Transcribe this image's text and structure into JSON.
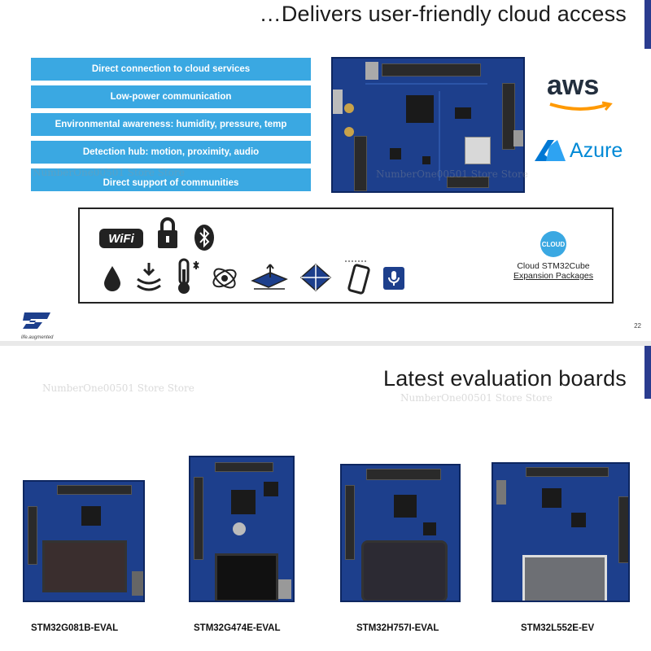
{
  "slide_top": {
    "title": "…Delivers user-friendly cloud access",
    "features": [
      "Direct connection to cloud services",
      "Low-power communication",
      "Environmental awareness: humidity, pressure, temp",
      "Detection hub: motion, proximity, audio",
      "Direct support of communities"
    ],
    "cloud_logos": {
      "aws": "aws",
      "azure": "Azure"
    },
    "icons": [
      "wifi-icon",
      "lock-icon",
      "bluetooth-icon",
      "humidity-drop-icon",
      "pressure-icon",
      "thermometer-icon",
      "motion-icon",
      "tof-sensor-icon",
      "accelerometer-icon",
      "phone-icon",
      "microphone-icon"
    ],
    "wifi_text": "WiFi",
    "cloud_badge": "CLOUD",
    "cloud_caption_line1": "Cloud STM32Cube",
    "cloud_caption_line2": "Expansion Packages",
    "brand_tagline": "life.augmented",
    "page_number": "22"
  },
  "slide_bottom": {
    "title": "Latest evaluation boards",
    "boards": [
      {
        "name": "STM32G081B-EVAL"
      },
      {
        "name": "STM32G474E-EVAL"
      },
      {
        "name": "STM32H757I-EVAL"
      },
      {
        "name": "STM32L552E-EV"
      }
    ]
  },
  "watermark_text": "NumberOne00501 Store Store",
  "colors": {
    "feature_blue": "#3aa8e2",
    "pcb_blue": "#1d3f8c",
    "accent": "#2a3c8f",
    "aws_orange": "#ff9900",
    "azure_blue": "#0089d6"
  }
}
